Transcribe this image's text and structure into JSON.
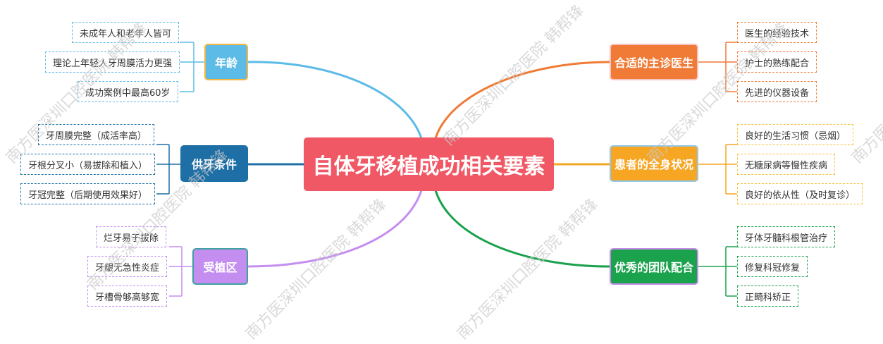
{
  "center": {
    "label": "自体牙移植成功相关要素",
    "color": "#f05865"
  },
  "branches": {
    "age": {
      "label": "年龄",
      "color": "#5cbbe7",
      "border": "#f3b640",
      "items": [
        "未成年人和老年人皆可",
        "理论上年轻人牙周膜活力更强",
        "成功案例中最高60岁"
      ]
    },
    "donor": {
      "label": "供牙条件",
      "color": "#1e6fa6",
      "border": "#1e6fa6",
      "items": [
        "牙周膜完整（成活率高）",
        "牙根分叉小（易拔除和植入）",
        "牙冠完整（后期使用效果好）"
      ]
    },
    "recipient": {
      "label": "受植区",
      "color": "#c48ef0",
      "border": "#3fa2a0",
      "items": [
        "烂牙易于拔除",
        "牙龈无急性炎症",
        "牙槽骨够高够宽"
      ]
    },
    "doctor": {
      "label": "合适的主诊医生",
      "color": "#ef7b36",
      "border": "#f7c3c3",
      "items": [
        "医生的经验技术",
        "护士的熟练配合",
        "先进的仪器设备"
      ]
    },
    "health": {
      "label": "患者的全身状况",
      "color": "#f6a623",
      "border": "#93c8ea",
      "items": [
        "良好的生活习惯（忌烟）",
        "无糖尿病等慢性疾病",
        "良好的依从性（及时复诊）"
      ]
    },
    "team": {
      "label": "优秀的团队配合",
      "color": "#1ba24d",
      "border": "#c78ce8",
      "items": [
        "牙体牙髓科根管治疗",
        "修复科冠修复",
        "正畸科矫正"
      ]
    }
  },
  "watermark": "南方医深圳口腔医院 韩帮锋"
}
